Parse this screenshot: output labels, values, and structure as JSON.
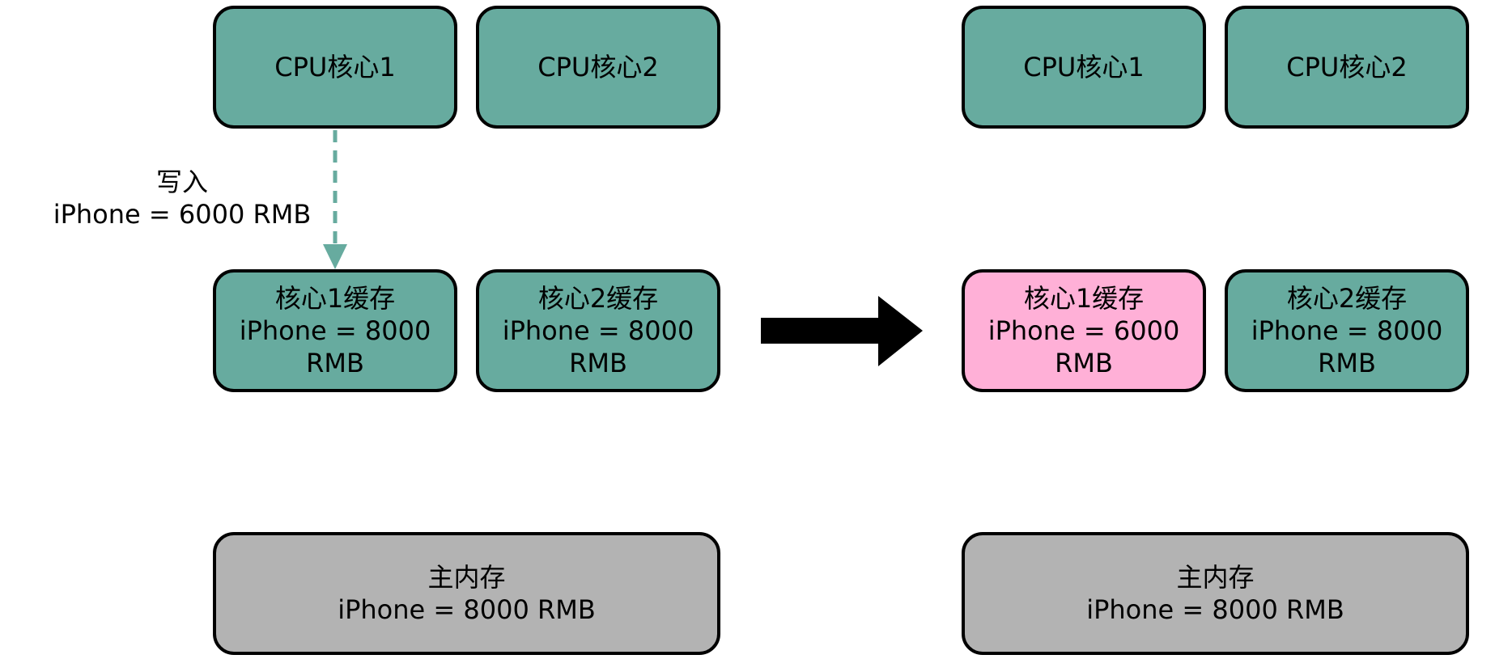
{
  "left": {
    "cpu1": {
      "label": "CPU核心1"
    },
    "cpu2": {
      "label": "CPU核心2"
    },
    "cache1": {
      "title": "核心1缓存",
      "value_line1": "iPhone = 8000",
      "value_line2": "RMB"
    },
    "cache2": {
      "title": "核心2缓存",
      "value_line1": "iPhone = 8000",
      "value_line2": "RMB"
    },
    "memory": {
      "title": "主内存",
      "value": "iPhone = 8000 RMB"
    },
    "write_action": {
      "label": "写入",
      "value": "iPhone = 6000 RMB"
    }
  },
  "right": {
    "cpu1": {
      "label": "CPU核心1"
    },
    "cpu2": {
      "label": "CPU核心2"
    },
    "cache1": {
      "title": "核心1缓存",
      "value_line1": "iPhone = 6000",
      "value_line2": "RMB"
    },
    "cache2": {
      "title": "核心2缓存",
      "value_line1": "iPhone = 8000",
      "value_line2": "RMB"
    },
    "memory": {
      "title": "主内存",
      "value": "iPhone = 8000 RMB"
    }
  },
  "colors": {
    "cpu_and_cache": "#67ab9f",
    "updated_cache": "#ffb0d7",
    "main_memory": "#b3b3b3",
    "write_arrow": "#67ab9f",
    "transition_arrow": "#000000"
  },
  "icons": {
    "write_arrow": "dashed-down-arrow-icon",
    "transition_arrow": "right-arrow-icon"
  }
}
